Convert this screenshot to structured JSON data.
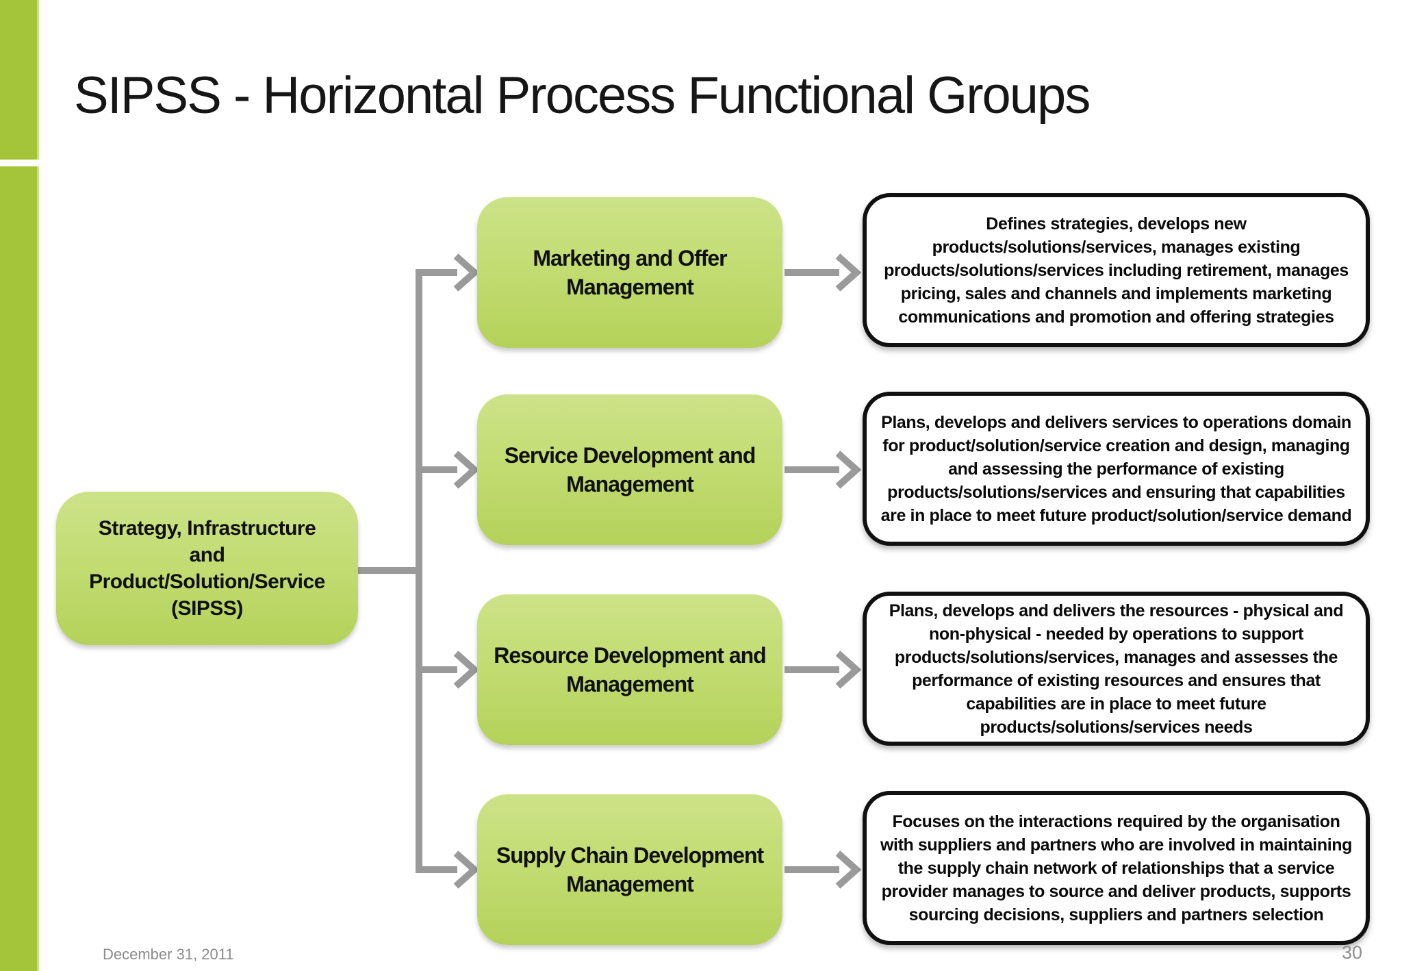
{
  "slide": {
    "title": "SIPSS - Horizontal Process Functional Groups",
    "footer_date": "December 31, 2011",
    "page_number": "30"
  },
  "colors": {
    "accent_green": "#a4c43a",
    "node_green_top": "#cde288",
    "node_green_bottom": "#b4d25a",
    "connector_gray": "#9a9a9a",
    "description_border": "#101010",
    "footer_gray": "#8a8a8a"
  },
  "diagram": {
    "root_label": "Strategy, Infrastructure\nand\nProduct/Solution/Service\n(SIPSS)",
    "rows": [
      {
        "group": "Marketing and Offer\nManagement",
        "description": "Defines strategies, develops new products/solutions/services, manages existing products/solutions/services including retirement, manages pricing, sales and channels and implements marketing communications and promotion and offering strategies"
      },
      {
        "group": "Service Development and\nManagement",
        "description": "Plans, develops and delivers services to operations domain for product/solution/service creation and design, managing and assessing the performance of existing products/solutions/services and ensuring that capabilities are in place to meet future product/solution/service demand"
      },
      {
        "group": "Resource Development and\nManagement",
        "description": "Plans, develops and delivers the resources - physical and non-physical - needed by operations to support products/solutions/services, manages and assesses the performance of existing resources and ensures that capabilities are in place to meet future products/solutions/services needs"
      },
      {
        "group": "Supply Chain Development\nManagement",
        "description": "Focuses on the interactions required by the organisation with suppliers and partners who are involved in maintaining the supply chain network of relationships that a service provider manages to source and deliver products, supports sourcing decisions, suppliers and partners selection"
      }
    ]
  }
}
